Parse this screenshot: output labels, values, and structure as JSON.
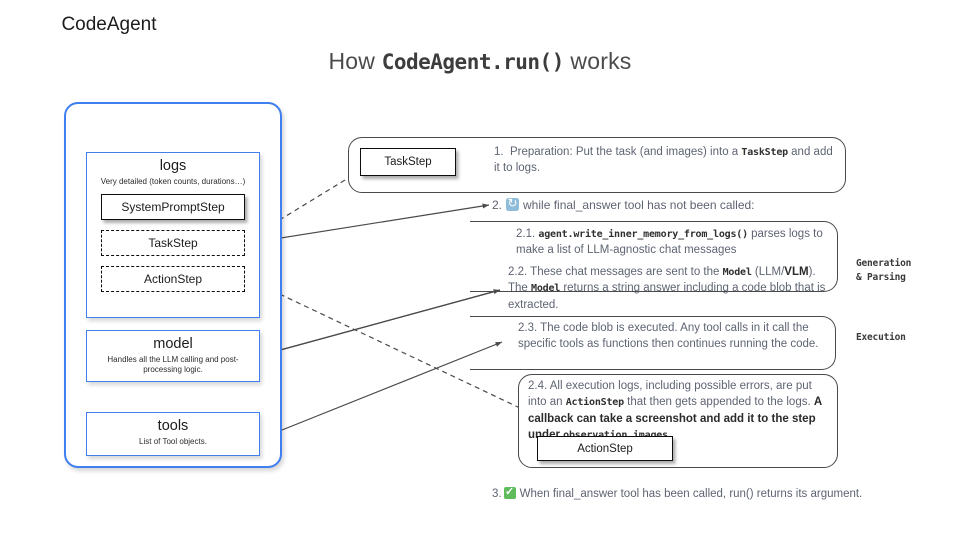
{
  "title": {
    "prefix": "How ",
    "code": "CodeAgent.run()",
    "suffix": " works"
  },
  "agent_panel": {
    "title": "CodeAgent",
    "logs": {
      "title": "logs",
      "subtitle": "Very detailed (token counts, durations…)",
      "steps": [
        {
          "label": "SystemPromptStep",
          "style": "solid"
        },
        {
          "label": "TaskStep",
          "style": "dashed"
        },
        {
          "label": "ActionStep",
          "style": "dashed"
        }
      ]
    },
    "model": {
      "title": "model",
      "subtitle": "Handles all the LLM calling and post-processing logic."
    },
    "tools": {
      "title": "tools",
      "subtitle": "List of Tool objects."
    }
  },
  "flow": {
    "step1": {
      "chip_label": "TaskStep",
      "number": "1.",
      "text_a": "Preparation: Put the task (and images) into a ",
      "code_a": "TaskStep",
      "text_b": " and add it to logs."
    },
    "step2_header": {
      "number": "2.",
      "icon": "loop-icon",
      "text_a": "while ",
      "code_a": "final_answer tool",
      "text_b": " has not been called:"
    },
    "step21": {
      "number": "2.1.",
      "code_a": "agent.write_inner_memory_from_logs()",
      "text_a": " parses logs to make a list of LLM-agnostic chat messages"
    },
    "step22": {
      "number": "2.2.",
      "text_a": " These chat messages are sent to the ",
      "code_a": "Model",
      "text_b": " (LLM/",
      "bold_a": "VLM",
      "text_c": "). The ",
      "code_b": "Model",
      "text_d": " returns a string answer including a code blob that is extracted."
    },
    "step23": {
      "number": "2.3.",
      "text_a": " The code blob is executed. Any tool calls in it call the specific tools as functions then continues running the code."
    },
    "step24": {
      "number": "2.4.",
      "text_a": " All execution logs, including possible errors, are put into an ",
      "code_a": "ActionStep",
      "text_b": " that then gets appended to the logs. ",
      "bold_a": "A callback can  take a screenshot and add it to the step under ",
      "bold_code": "observation_images.",
      "chip_label": "ActionStep"
    },
    "step3": {
      "number": "3.",
      "icon": "check-icon",
      "text_a": "When ",
      "code_a": "final_answer",
      "text_b": " tool has been called, ",
      "code_b": "run()",
      "text_c": " returns its argument."
    },
    "phase_labels": {
      "generation": "Generation\n& Parsing",
      "execution": "Execution"
    }
  },
  "colors": {
    "panel_blue": "#3f7fef",
    "body_text": "#5e6472",
    "title_text": "#4b4b4b",
    "loop_icon": "#8fbcd8",
    "check_icon": "#5fbb5b",
    "connector": "#4a4a4a"
  }
}
